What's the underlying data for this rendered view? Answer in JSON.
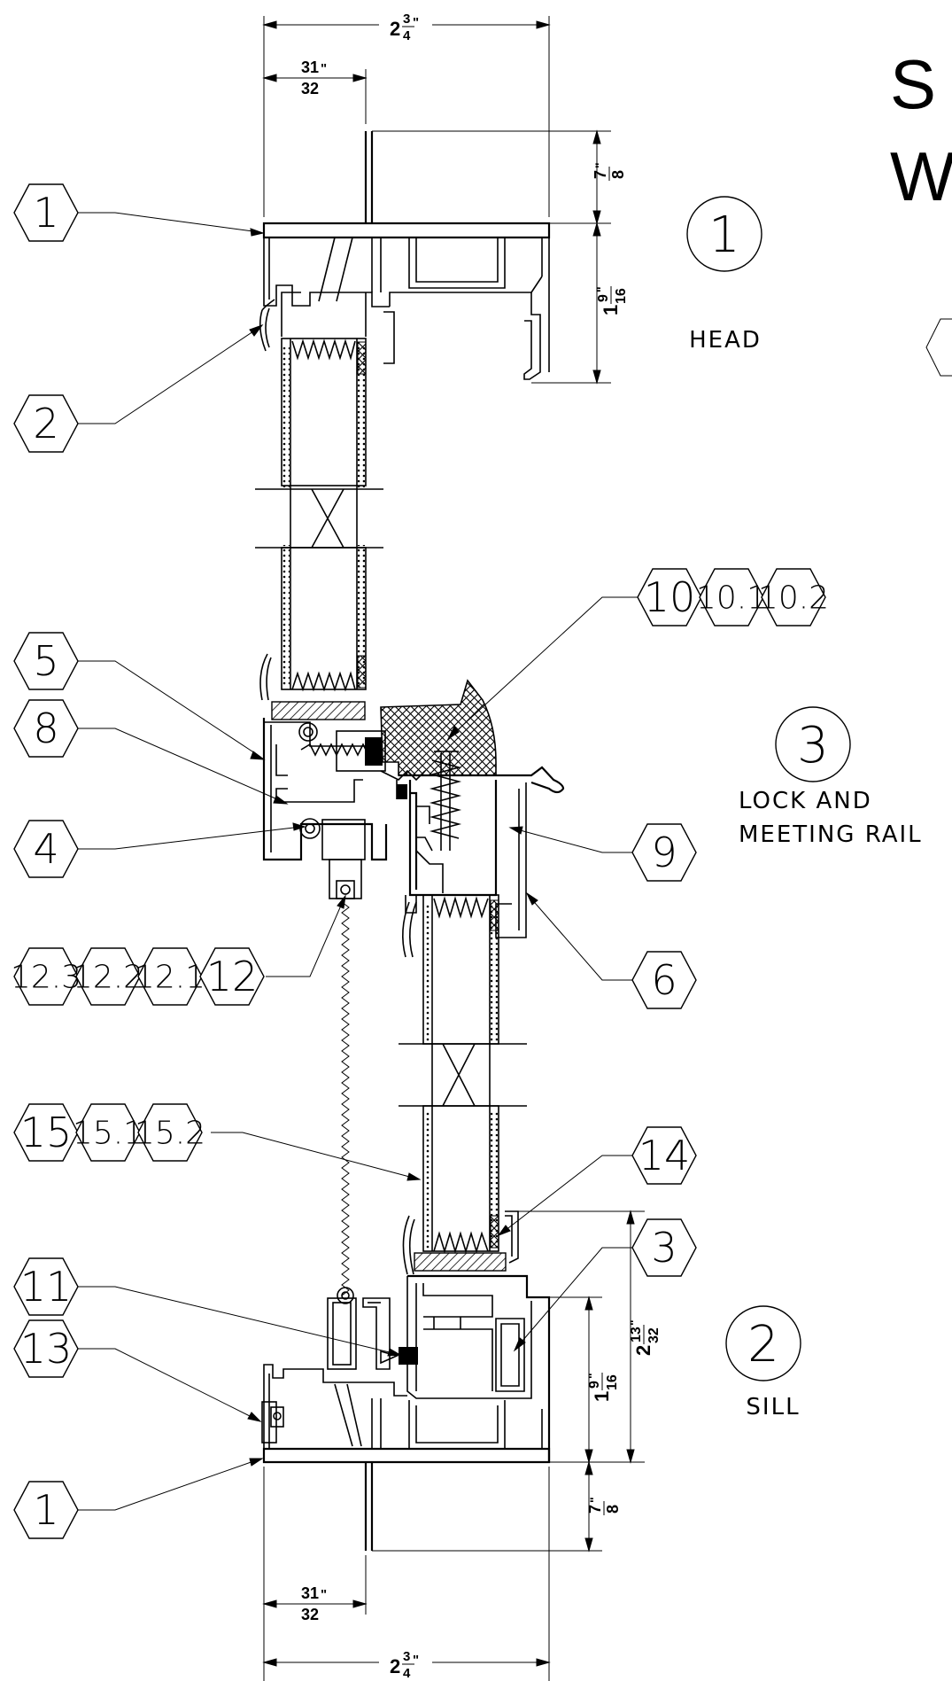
{
  "title_lines": [
    "S",
    "W"
  ],
  "views": {
    "head": {
      "number": "1",
      "label": "HEAD"
    },
    "sill": {
      "number": "2",
      "label": "SILL"
    },
    "lock": {
      "number": "3",
      "label_line1": "LOCK AND",
      "label_line2": "MEETING RAIL"
    }
  },
  "callouts": {
    "c1_top": "1",
    "c2": "2",
    "c5": "5",
    "c8": "8",
    "c4": "4",
    "c12_3": "12.3",
    "c12_2": "12.2",
    "c12_1": "12.1",
    "c12": "12",
    "c15": "15",
    "c15_1": "15.1",
    "c15_2": "15.2",
    "c11": "11",
    "c13": "13",
    "c1_bottom": "1",
    "c10": "10",
    "c10_1": "10.1",
    "c10_2": "10.2",
    "c9": "9",
    "c6": "6",
    "c14": "14",
    "c3": "3"
  },
  "dimensions": {
    "overall_width": {
      "whole": "2",
      "num": "3",
      "den": "4"
    },
    "offset": {
      "num": "31",
      "den": "32"
    },
    "head_ext": {
      "num": "7",
      "den": "8"
    },
    "head_frame": {
      "whole": "1",
      "num": "9",
      "den": "16"
    },
    "sill_frame": {
      "whole": "1",
      "num": "9",
      "den": "16"
    },
    "sill_overall": {
      "whole": "2",
      "num": "13",
      "den": "32"
    },
    "sill_ext": {
      "num": "7",
      "den": "8"
    }
  }
}
